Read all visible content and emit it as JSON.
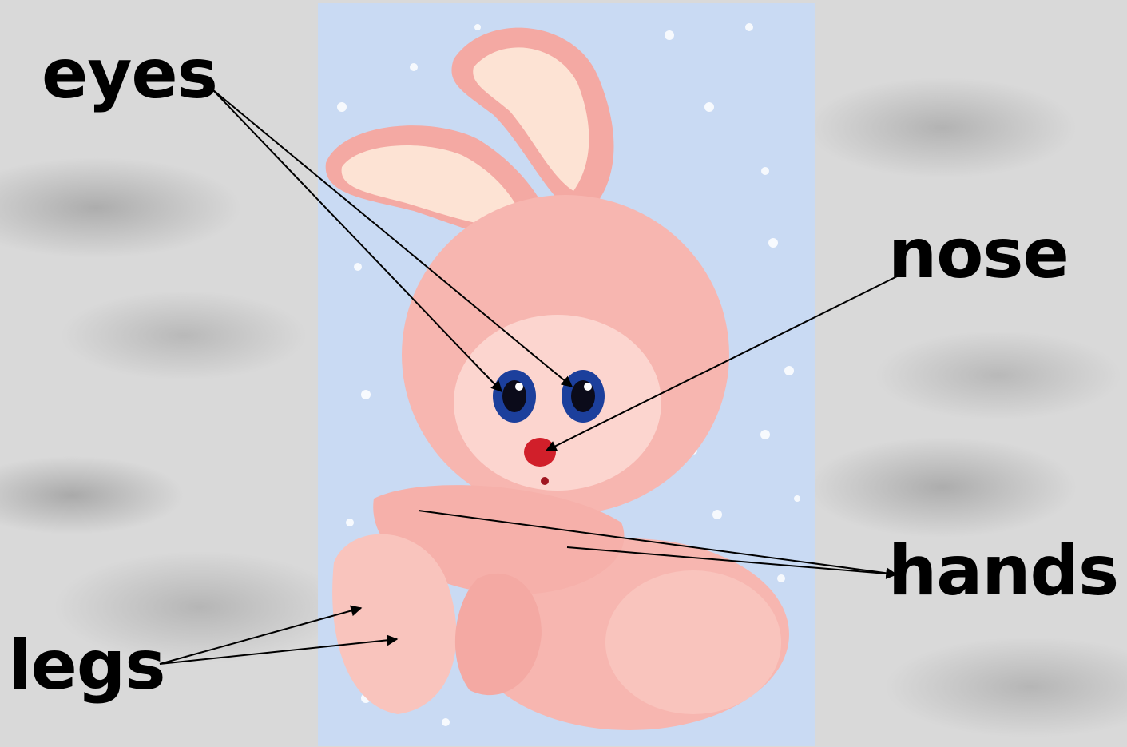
{
  "labels": {
    "eyes": "eyes",
    "nose": "nose",
    "hands": "hands",
    "legs": "legs"
  },
  "colors": {
    "label_text": "#000000",
    "leader_line": "#000000",
    "picture_background": "#c9daf3",
    "bunny_fur": "#f7b6b0",
    "bunny_inner_ear": "#fde3d4",
    "eye_iris": "#1c3f9c",
    "nose": "#d11f2a"
  },
  "icons": {
    "illustration": "pink-bunny-illustration"
  }
}
